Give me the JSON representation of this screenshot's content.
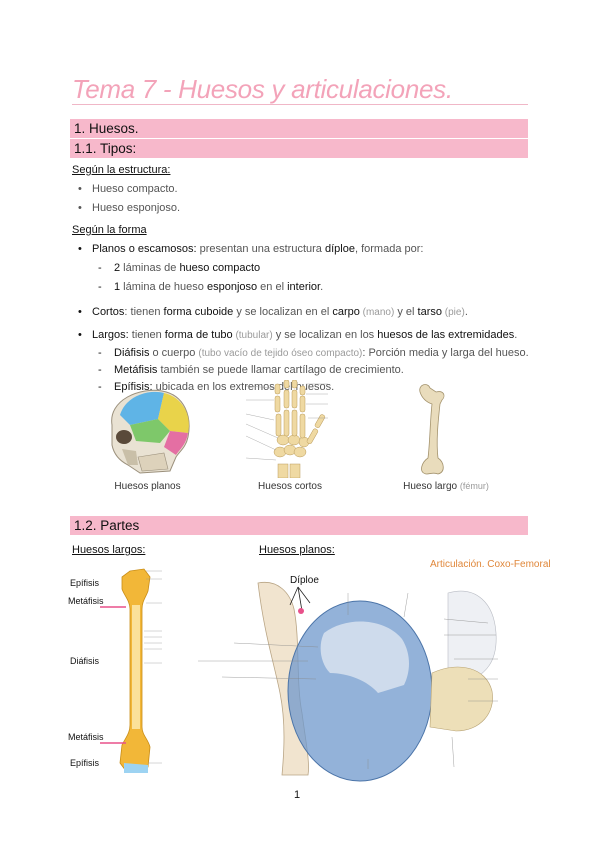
{
  "title": "Tema 7 - Huesos y articulaciones.",
  "section1": "1.  Huesos.",
  "section11": "1.1. Tipos:",
  "estructura": {
    "heading": "Según la estructura:",
    "items": [
      "Hueso compacto.",
      "Hueso esponjoso."
    ]
  },
  "forma": {
    "heading": "Según la forma",
    "planos": {
      "t1": "Planos o escamosos:",
      "t2": " presentan una estructura ",
      "t3": "díploe",
      "t4": ", formada por:",
      "sub1": {
        "a": "2",
        "b": " láminas de ",
        "c": "hueso compacto"
      },
      "sub2": {
        "a": "1",
        "b": " lámina de hueso ",
        "c": "esponjoso",
        "d": " en el ",
        "e": "interior",
        "f": "."
      }
    },
    "cortos": {
      "t1": "Cortos",
      "t2": ": tienen ",
      "t3": "forma cuboide",
      "t4": " y se localizan en el ",
      "t5": "carpo",
      "t6": " (mano)",
      "t7": " y el ",
      "t8": "tarso",
      "t9": " (pie)",
      "t10": "."
    },
    "largos": {
      "t1": "Largos:",
      "t2": " tienen ",
      "t3": "forma de tubo",
      "t4": " (tubular)",
      "t5": " y se localizan en los ",
      "t6": "huesos de las extremidades",
      "t7": ".",
      "d1": {
        "a": "Diáfisis",
        "b": " o cuerpo ",
        "c": "(tubo vacío de tejido óseo compacto)",
        "d": ": Porción media y larga del hueso."
      },
      "d2": {
        "a": "Metáfisis",
        "b": " también se puede llamar cartílago de crecimiento."
      },
      "d3": {
        "a": "Epífisis:",
        "b": " ubicada en los extremos del huesos."
      }
    }
  },
  "captions": {
    "planos": "Huesos planos",
    "cortos": "Huesos cortos",
    "largo": "Hueso largo",
    "largo_note": "(fémur)"
  },
  "section12": "1.2. Partes",
  "partes": {
    "largos": "Huesos largos:",
    "planos": "Huesos planos:"
  },
  "long_bone_labels": [
    "Epífisis",
    "Metáfisis",
    "Diáfisis",
    "Metáfisis",
    "Epífisis"
  ],
  "flat_labels": {
    "diploe": "Díploe",
    "articulacion": "Articulación. Coxo-Femoral"
  },
  "page_number": "1",
  "colors": {
    "title": "#f3a3b9",
    "band": "#f7b8cb",
    "accent": "#e8508a",
    "femur": "#f2b738"
  }
}
